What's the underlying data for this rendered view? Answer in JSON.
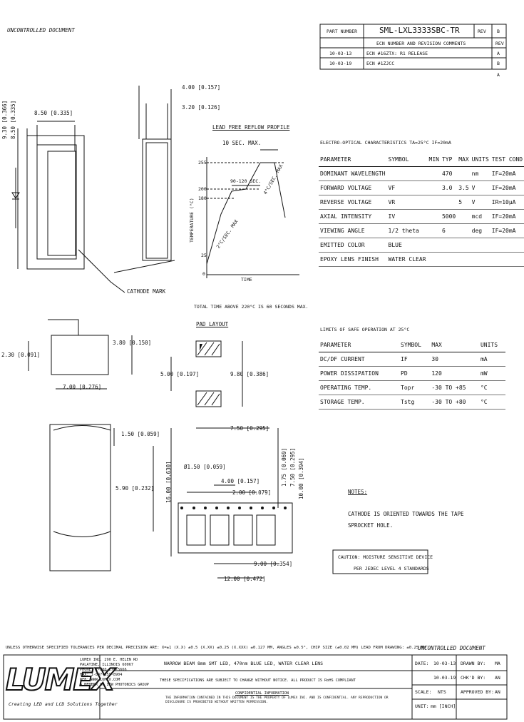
{
  "header": {
    "uncontrolled_top": "UNCONTROLLED DOCUMENT",
    "uncontrolled_bottom": "UNCONTROLLED DOCUMENT",
    "part_number_label": "PART NUMBER",
    "part_number": "SML-LXL3333SBC-TR",
    "rev_label": "REV",
    "rev_value": "B"
  },
  "revisions": {
    "headers": [
      "ECN NUMBER AND REVISION COMMENTS",
      "REV"
    ],
    "rows": [
      {
        "date": "10-03-13",
        "comment": "ECN #16ZTX: R1 RELEASE",
        "rev": "A"
      },
      {
        "date": "10-03-19",
        "comment": "ECN #1ZJCC",
        "rev": "B"
      }
    ],
    "extra_rev": "A"
  },
  "dimensions": {
    "d930": "9.30 [0.366]",
    "d850v": "8.50 [0.335]",
    "d850h": "8.50 [0.335]",
    "d400": "4.00 [0.157]",
    "d320": "3.20 [0.126]",
    "cathode": "CATHODE MARK",
    "d230": "2.30 [0.091]",
    "d380": "3.80 [0.150]",
    "d700": "7.00 [0.276]",
    "d150": "1.50 [0.059]",
    "d590": "5.90 [0.232]"
  },
  "reflow": {
    "title": "LEAD FREE REFLOW PROFILE",
    "ten_sec": "10 SEC. MAX.",
    "y_axis": "TEMPERATURE (°C)",
    "x_axis": "TIME",
    "y255": "255",
    "y200": "200",
    "y180": "180",
    "y25": "25",
    "y0": "0",
    "ramp_up": "2°C/SEC. MAX",
    "soak": "90-120 SEC.",
    "ramp_down": "4°C/SEC. MAX",
    "note": "TOTAL TIME ABOVE 220°C IS 60 SECONDS MAX."
  },
  "pad": {
    "title": "PAD LAYOUT",
    "d500": "5.00 [0.197]",
    "d980": "9.80 [0.386]",
    "d750": "7.50 [0.295]"
  },
  "tape": {
    "d1600": "16.00 [0.630]",
    "phi150": "Ø1.50 [0.059]",
    "d400": "4.00 [0.157]",
    "d200": "2.00 [0.079]",
    "d175": "1.75 [0.069]",
    "d750": "7.50 [0.295]",
    "d1000": "10.00 [0.394]",
    "d900": "9.00 [0.354]",
    "d1200": "12.00 [0.472]"
  },
  "electro": {
    "title": "ELECTRO-OPTICAL CHARACTERISTICS TA=25°C  IF=20mA",
    "headers": [
      "PARAMETER",
      "SYMBOL",
      "MIN",
      "TYP",
      "MAX",
      "UNITS",
      "TEST COND"
    ],
    "rows": [
      [
        "DOMINANT WAVELENGTH",
        "",
        "",
        "470",
        "",
        "nm",
        "IF=20mA"
      ],
      [
        "FORWARD VOLTAGE",
        "VF",
        "",
        "3.0",
        "3.5",
        "V",
        "IF=20mA"
      ],
      [
        "REVERSE VOLTAGE",
        "VR",
        "",
        "",
        "5",
        "V",
        "IR=10μA"
      ],
      [
        "AXIAL INTENSITY",
        "IV",
        "",
        "5000",
        "",
        "mcd",
        "IF=20mA"
      ],
      [
        "VIEWING ANGLE",
        "1/2 theta",
        "",
        "6",
        "",
        "deg",
        "IF=20mA"
      ],
      [
        "EMITTED COLOR",
        "BLUE",
        "",
        "",
        "",
        "",
        ""
      ],
      [
        "EPOXY LENS FINISH",
        "WATER CLEAR",
        "",
        "",
        "",
        "",
        ""
      ]
    ]
  },
  "limits": {
    "title": "LIMITS OF SAFE OPERATION AT 25°C",
    "headers": [
      "PARAMETER",
      "SYMBOL",
      "MAX",
      "UNITS"
    ],
    "rows": [
      [
        "DC/DF CURRENT",
        "IF",
        "30",
        "mA"
      ],
      [
        "POWER DISSIPATION",
        "PD",
        "120",
        "mW"
      ],
      [
        "OPERATING TEMP.",
        "Topr",
        "-30 TO +85",
        "°C"
      ],
      [
        "STORAGE TEMP.",
        "Tstg",
        "-30 TO +80",
        "°C"
      ]
    ]
  },
  "notes": {
    "title": "NOTES:",
    "line1": "CATHODE IS ORIENTED TOWARDS THE TAPE",
    "line2": "SPROCKET HOLE."
  },
  "caution": {
    "line1": "CAUTION: MOISTURE SENSITIVE DEVICE",
    "line2": "PER JEDEC LEVEL 4 STANDARDS"
  },
  "footer": {
    "tolerance_note": "UNLESS OTHERWISE SPECIFIED TOLERANCES PER DECIMAL PRECISION ARE: X=±1 (X.X) ±0.5 (X.XX) ±0.25 (X.XXX) ±0.127 MM, ANGLES ±0.5°, CHIP SIZE (±0.02 MM) LEAD FROM DRAWING: ±0.25 MM",
    "description": "NARROW BEAM 8mm SMT LED, 470nm BLUE LED, WATER CLEAR LENS",
    "spec_note": "THESE SPECIFICATIONS ARE SUBJECT TO CHANGE WITHOUT NOTICE. ALL PRODUCT IS RoHS COMPLIANT",
    "confidential_title": "CONFIDENTIAL INFORMATION",
    "confidential_body": "THE INFORMATION CONTAINED IN THIS DOCUMENT IS THE PROPERTY OF LUMEX INC. AND IS CONFIDENTIAL. ANY REPRODUCTION OR DISCLOSURE IS PROHIBITED WITHOUT WRITTEN PERMISSION.",
    "logo": "LUMEX",
    "tagline": "Creating LED and LCD Solutions Together",
    "address": [
      "LUMEX INC. 290 E. HELEN RD",
      "PALATINE, ILLINOIS 60067",
      "PHONE: 1-800-278-5666",
      "FAX: 1-847-359-8904",
      "WEB: WWW.LUMEX.COM",
      "A MEMBER OF ITW PHOTONICS GROUP"
    ],
    "date_label": "DATE:",
    "date_value": "10-03-13",
    "drawn_label": "DRAWN BY:",
    "drawn_value": "MA",
    "scale_label": "SCALE:",
    "scale_value": "NTS",
    "unit_label": "UNIT:",
    "unit_value": "mm [INCH]",
    "extra_date": "10-03-19",
    "checked_label": "CHK'D BY:",
    "checked_value": "AN",
    "approved_label": "APPROVED BY:",
    "approved_value": "AN"
  }
}
